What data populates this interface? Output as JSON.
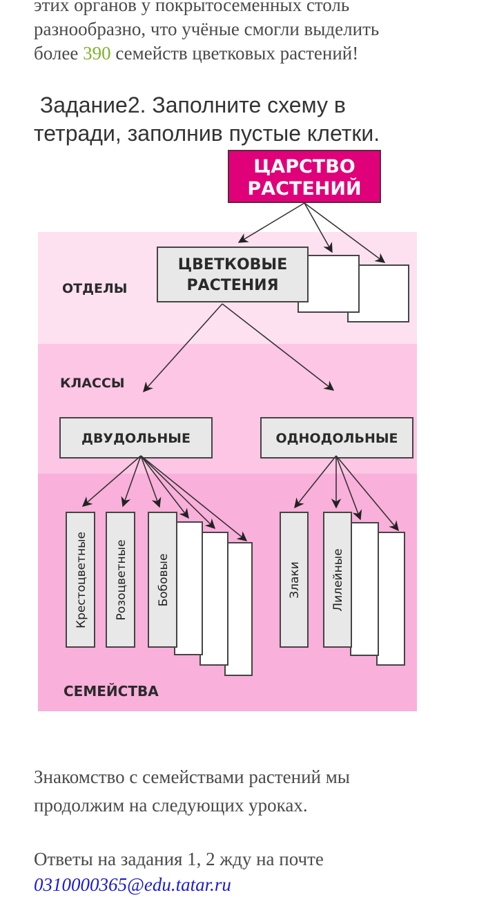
{
  "intro": {
    "line1": "этих органов у покрытосеменных столь",
    "line2": "разнообразно, что учёные смогли выделить",
    "line3_before": "более ",
    "line3_number": "390",
    "line3_after": " семейств цветковых растений!"
  },
  "task": {
    "line1": " Задание2. Заполните схему в",
    "line2": "тетради, заполнив пустые клетки."
  },
  "diagram": {
    "root": {
      "line1": "ЦАРСТВО",
      "line2": "РАСТЕНИЙ",
      "color": "#e0007a"
    },
    "levels": {
      "divisions": "ОТДЕЛЫ",
      "classes": "КЛАССЫ",
      "families": "СЕМЕЙСТВА"
    },
    "division": {
      "line1": "ЦВЕТКОВЫЕ",
      "line2": "РАСТЕНИЯ"
    },
    "classes": [
      "ДВУДОЛЬНЫЕ",
      "ОДНОДОЛЬНЫЕ"
    ],
    "dicot_families": [
      "Крестоцветные",
      "Розоцветные",
      "Бобовые"
    ],
    "monocot_families": [
      "Злаки",
      "Лилейные"
    ],
    "colors": {
      "band_divisions": "#fde1f0",
      "band_classes": "#fcc6e4",
      "band_families": "#f9b0da",
      "box_fill": "#e8e8e8",
      "empty_box_fill": "#ffffff"
    }
  },
  "outro": {
    "line1": "Знакомство с семействами растений мы",
    "line2": "продолжим на следующих уроках.",
    "line3": "Ответы на задания 1, 2 жду на почте",
    "email": "0310000365@edu.tatar.ru"
  }
}
